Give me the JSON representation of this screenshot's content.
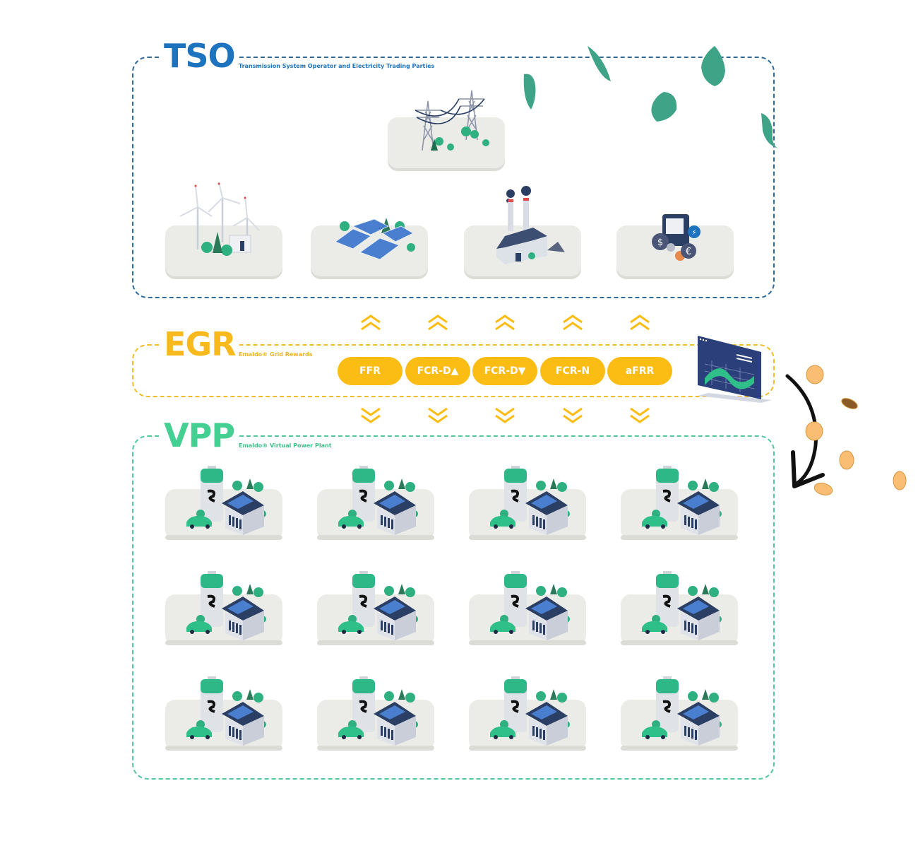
{
  "tso": {
    "title": "TSO",
    "subtitle": "Transmission System Operator and Electricity Trading Parties",
    "color": "#1e73be",
    "assets": [
      {
        "name": "transmission-towers",
        "icon": "power-pylon-icon"
      },
      {
        "name": "wind-farm",
        "icon": "wind-turbine-icon"
      },
      {
        "name": "solar-farm",
        "icon": "solar-panel-icon"
      },
      {
        "name": "power-plant",
        "icon": "factory-icon"
      },
      {
        "name": "electricity-trading",
        "icon": "money-meter-icon"
      }
    ]
  },
  "egr": {
    "title": "EGR",
    "subtitle": "Emaldo® Grid Rewards",
    "color": "#fbbc14",
    "services": [
      {
        "label": "FFR"
      },
      {
        "label": "FCR-D▲"
      },
      {
        "label": "FCR-D▼"
      },
      {
        "label": "FCR-N"
      },
      {
        "label": "aFRR"
      }
    ],
    "dashboard_icon": "chart-monitor-icon"
  },
  "vpp": {
    "title": "VPP",
    "subtitle": "Emaldo® Virtual Power Plant",
    "color": "#44cf93",
    "home_count": 12,
    "home_icon": "battery-house-ev-icon"
  },
  "decor": {
    "leaf_color": "#3fa487",
    "coin_color": "#f9bd74",
    "arrow_icon": "curved-arrow-down-icon"
  }
}
